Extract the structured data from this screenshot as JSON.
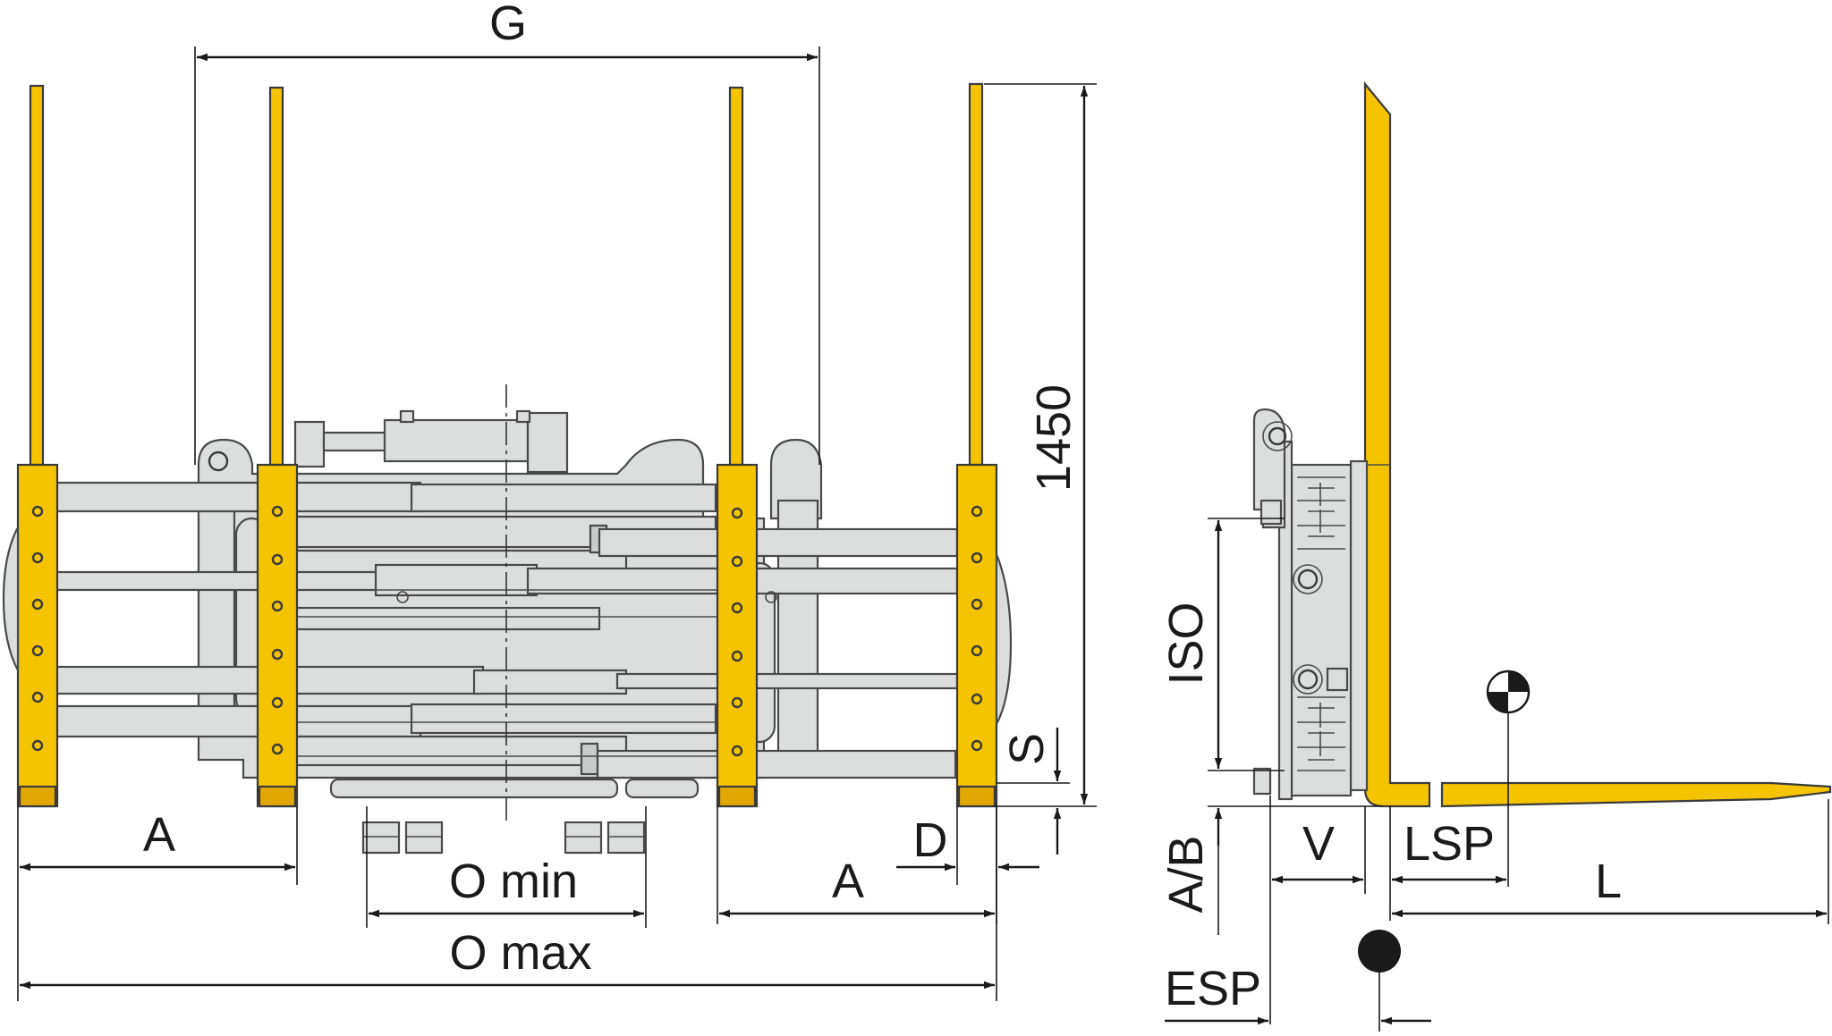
{
  "colors": {
    "fork_yellow": "#f5c400",
    "steel_grey": "#dcdddd",
    "line": "#1a1a1a"
  },
  "labels": {
    "g": "G",
    "height": "1450",
    "a_left": "A",
    "a_right": "A",
    "d": "D",
    "s": "S",
    "o_min": "O min",
    "o_max": "O max",
    "iso": "ISO",
    "a_b": "A/B",
    "v": "V",
    "lsp": "LSP",
    "l": "L",
    "esp": "ESP"
  },
  "symbols": {
    "load_centre": "load-centre-marker",
    "centre_of_gravity": "centre-of-gravity-dot"
  }
}
